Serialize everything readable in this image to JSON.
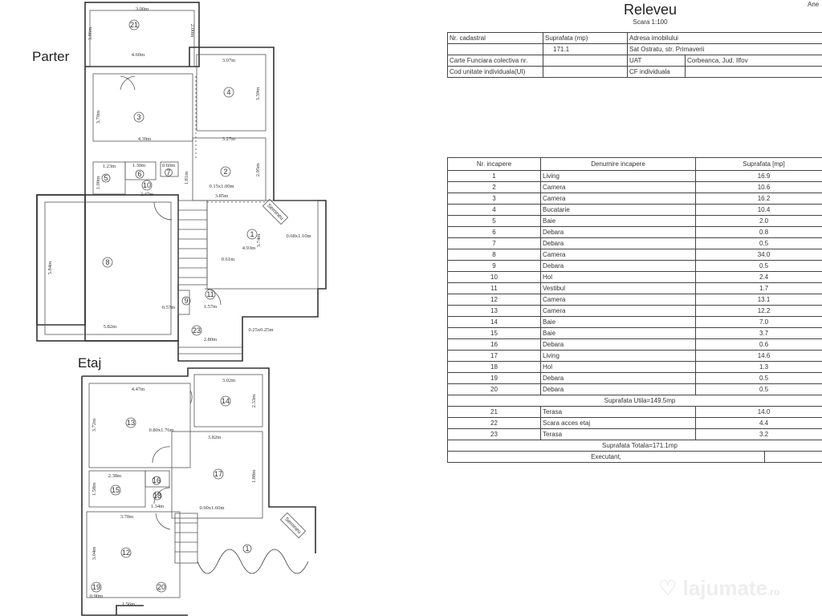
{
  "header": {
    "title": "Releveu",
    "scale": "Scara 1:100",
    "annex": "Ane"
  },
  "info": {
    "nr_cadastral_label": "Nr. cadastral",
    "suprafata_label": "Suprafata (mp)",
    "adresa_label": "Adresa imobilului",
    "nr_cadastral_value": "",
    "suprafata_value": "171.1",
    "adresa_value": "Sat Ostratu, str. Primaverii",
    "cf_colectiva_label": "Carte Funciara colectiva nr.",
    "cf_colectiva_value": "",
    "uat_label": "UAT",
    "uat_value": "Corbeanca, Jud. Ilfov",
    "cod_ui_label": "Cod unitate individuala(UI)",
    "cod_ui_value": "",
    "cf_individuala_label": "CF individuala",
    "cf_individuala_value": ""
  },
  "rooms_table": {
    "headers": [
      "Nr. incapere",
      "Denumire incapere",
      "Suprafata [mp]"
    ],
    "rows": [
      [
        "1",
        "Living",
        "16.9"
      ],
      [
        "2",
        "Camera",
        "10.6"
      ],
      [
        "3",
        "Camera",
        "16.2"
      ],
      [
        "4",
        "Bucatarie",
        "10.4"
      ],
      [
        "5",
        "Baie",
        "2.0"
      ],
      [
        "6",
        "Debara",
        "0.8"
      ],
      [
        "7",
        "Debara",
        "0.5"
      ],
      [
        "8",
        "Camera",
        "34.0"
      ],
      [
        "9",
        "Debara",
        "0.5"
      ],
      [
        "10",
        "Hol",
        "2.4"
      ],
      [
        "11",
        "Vestibul",
        "1.7"
      ],
      [
        "12",
        "Camera",
        "13.1"
      ],
      [
        "13",
        "Camera",
        "12.2"
      ],
      [
        "14",
        "Baie",
        "7.0"
      ],
      [
        "15",
        "Baie",
        "3.7"
      ],
      [
        "16",
        "Debara",
        "0.6"
      ],
      [
        "17",
        "Living",
        "14.6"
      ],
      [
        "18",
        "Hol",
        "1.3"
      ],
      [
        "19",
        "Debara",
        "0.5"
      ],
      [
        "20",
        "Debara",
        "0.5"
      ]
    ],
    "subtotal": "Suprafata Utila=149.5mp",
    "extra_rows": [
      [
        "21",
        "Terasa",
        "14.0"
      ],
      [
        "22",
        "Scara acces etaj",
        "4.4"
      ],
      [
        "23",
        "Terasa",
        "3.2"
      ]
    ],
    "total": "Suprafata Totala=171.1mp",
    "executant": "Executant,"
  },
  "plan": {
    "levels": [
      "Parter",
      "Etaj"
    ],
    "room_numbers": [
      "21",
      "4",
      "3",
      "2",
      "5",
      "6",
      "7",
      "10",
      "8",
      "1",
      "9",
      "11",
      "23",
      "13",
      "14",
      "17",
      "15",
      "16",
      "18",
      "12",
      "19",
      "20",
      "1"
    ],
    "dims": [
      "3.00m",
      "2.00m",
      "3.86m",
      "4.60m",
      "3.07m",
      "3.39m",
      "3.70m",
      "4.39m",
      "3.27m",
      "2.95m",
      "1.23m",
      "1.30m",
      "0.60m",
      "1.00m",
      "1.81m",
      "2.47m",
      "3.85m",
      "0.15x1.00m",
      "5.84m",
      "5.82m",
      "4.93m",
      "3.74m",
      "0.61m",
      "0.68x1.10m",
      "1.57m",
      "0.57m",
      "2.80m",
      "0.25x0.25m",
      "4.47m",
      "3.02m",
      "2.33m",
      "3.72m",
      "0.80x1.76m",
      "3.82m",
      "1.88m",
      "2.38m",
      "1.58m",
      "1.34m",
      "0.90x1.60m",
      "3.70m",
      "3.04m",
      "1.56m",
      "0.90m"
    ],
    "fireplace_label": "Semineu"
  },
  "watermark": {
    "brand": "lajumate",
    "tld": ".ro"
  }
}
